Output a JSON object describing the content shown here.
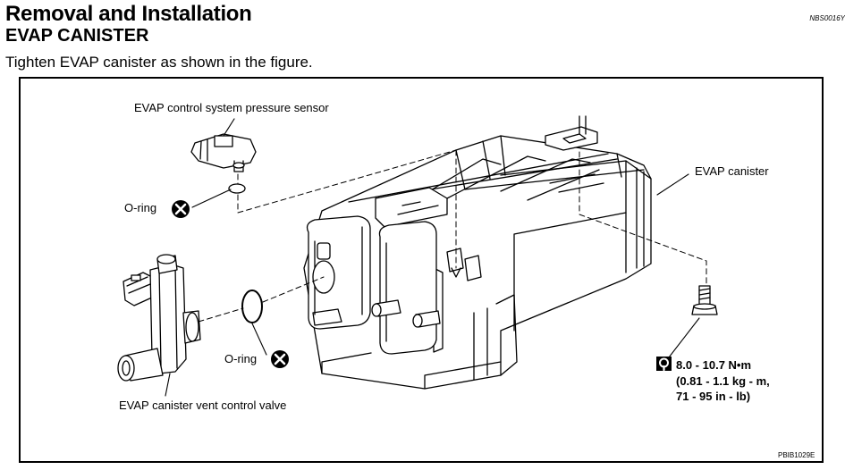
{
  "header": {
    "title": "Removal and Installation",
    "subtitle": "EVAP CANISTER",
    "code": "NBS0016Y",
    "instruction": "Tighten EVAP canister as shown in the figure."
  },
  "figure": {
    "labels": {
      "pressure_sensor": "EVAP control system pressure sensor",
      "o_ring_top": "O-ring",
      "o_ring_bottom": "O-ring",
      "canister": "EVAP canister",
      "vent_valve": "EVAP canister vent control valve"
    },
    "torque": {
      "line1": "8.0 - 10.7 N•m",
      "line2": "(0.81 - 1.1 kg - m,",
      "line3": "71 - 95 in - lb)"
    },
    "figure_id": "PBIB1029E",
    "icons": [
      "do-not-reuse-icon",
      "torque-wrench-icon"
    ]
  }
}
